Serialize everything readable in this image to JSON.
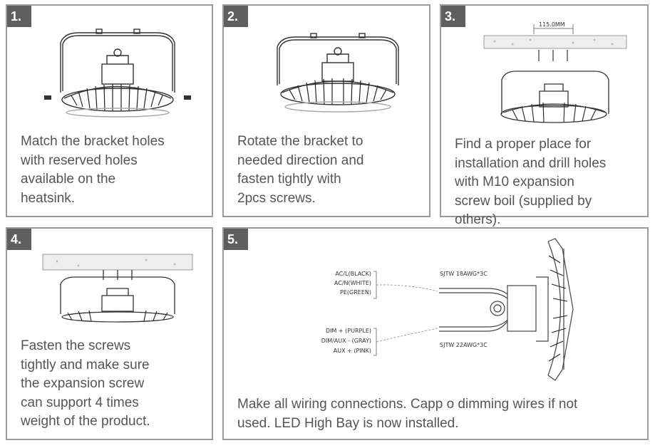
{
  "steps": [
    {
      "number": "1.",
      "text": "Match the bracket holes\nwith reserved holes\navailable on the\nheatsink."
    },
    {
      "number": "2.",
      "text": "Rotate the bracket to\nneeded direction and\nfasten tightly with\n2pcs  screws."
    },
    {
      "number": "3.",
      "text": "Find a proper place for\ninstallation and drill holes\nwith M10 expansion\nscrew  boil (supplied by\nothers).",
      "dimension": "115.0MM"
    },
    {
      "number": "4.",
      "text": "Fasten the screws\ntightly  and make sure\nthe  expansion screw\ncan  support 4 times\nweight of  the product."
    },
    {
      "number": "5.",
      "text": "Make all wiring connections. Capp o dimming wires if not\nused. LED High Bay is now installed."
    }
  ],
  "wiring": {
    "power_wires": [
      "AC/L(BLACK)",
      "AC/N(WHITE)",
      "PE(GREEN)"
    ],
    "power_cable": "SJTW 18AWG*3C",
    "dim_wires": [
      "DIM + (PURPLE)",
      "DIM/AUX -  (GRAY)",
      "AUX +  (PINK)"
    ],
    "dim_cable": "SJTW 22AWG*3C"
  }
}
